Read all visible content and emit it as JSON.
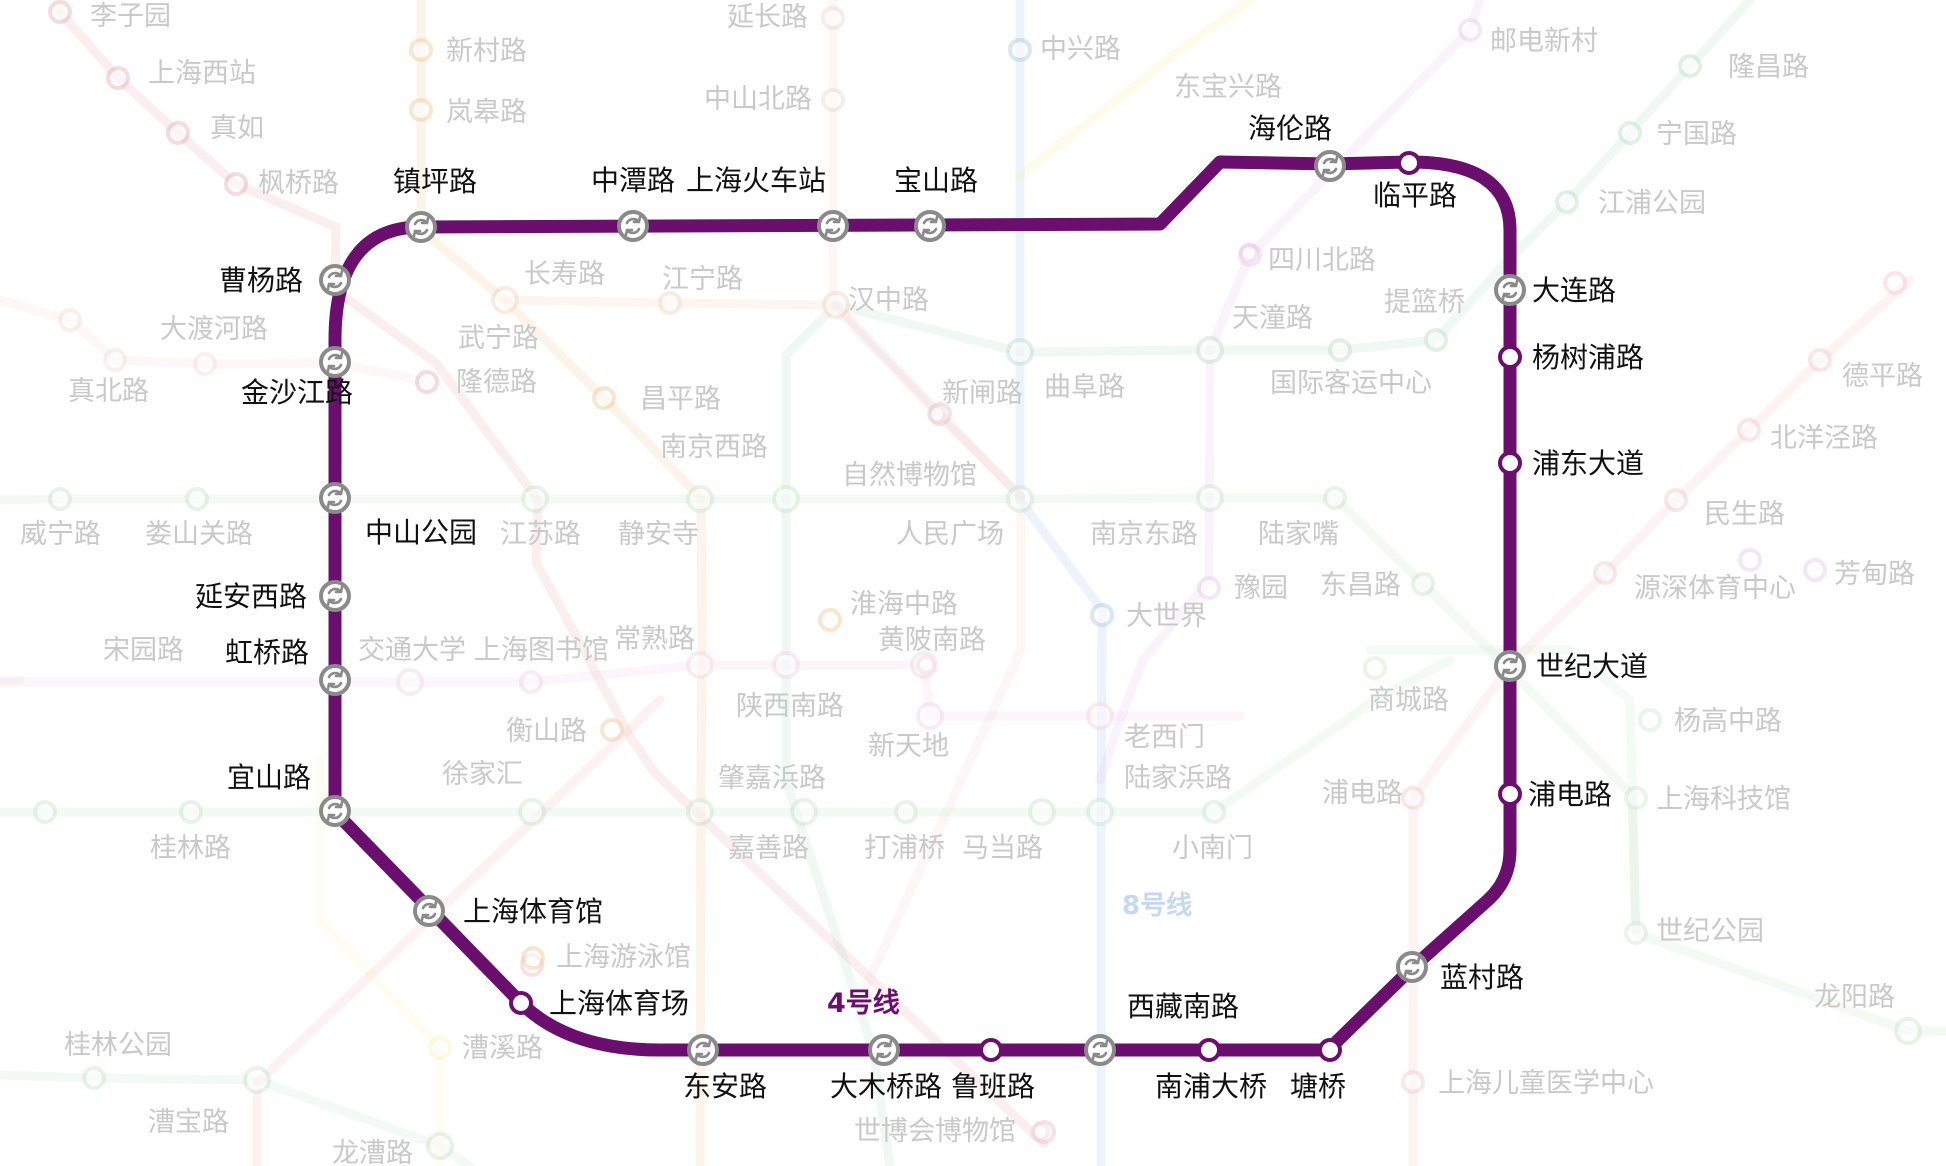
{
  "main_line": {
    "name": "4号线",
    "color": "#6b0f6e",
    "stations": {
      "zhenpinglu": {
        "label": "镇坪路",
        "transfer": true
      },
      "zhongtanlu": {
        "label": "中潭路",
        "transfer": true
      },
      "shanghaihuochezhan": {
        "label": "上海火车站",
        "transfer": true
      },
      "baoshanlu": {
        "label": "宝山路",
        "transfer": true
      },
      "hailunlu": {
        "label": "海伦路",
        "transfer": true
      },
      "linpinglu": {
        "label": "临平路",
        "transfer": false
      },
      "dalianlu": {
        "label": "大连路",
        "transfer": true
      },
      "yangshupulu": {
        "label": "杨树浦路",
        "transfer": false
      },
      "pudongdadao": {
        "label": "浦东大道",
        "transfer": false
      },
      "shijidadao": {
        "label": "世纪大道",
        "transfer": true
      },
      "pudianlu": {
        "label": "浦电路",
        "transfer": false
      },
      "lancunlu": {
        "label": "蓝村路",
        "transfer": true
      },
      "tangqiao": {
        "label": "塘桥",
        "transfer": false
      },
      "nanpudaqiao": {
        "label": "南浦大桥",
        "transfer": false
      },
      "xizangnanlu": {
        "label": "西藏南路",
        "transfer": true
      },
      "lubanlu": {
        "label": "鲁班路",
        "transfer": false
      },
      "damuqiaolu": {
        "label": "大木桥路",
        "transfer": true
      },
      "dongan": {
        "label": "东安路",
        "transfer": true
      },
      "shanghaitiyuchang": {
        "label": "上海体育场",
        "transfer": false
      },
      "shanghaitiyuguan": {
        "label": "上海体育馆",
        "transfer": true
      },
      "yishanlu": {
        "label": "宜山路",
        "transfer": true
      },
      "hongqiaolu": {
        "label": "虹桥路",
        "transfer": true
      },
      "yananxilu": {
        "label": "延安西路",
        "transfer": true
      },
      "zhongshangongyuan": {
        "label": "中山公园",
        "transfer": true
      },
      "jinshajianglu": {
        "label": "金沙江路",
        "transfer": true
      },
      "caoyanglu": {
        "label": "曹杨路",
        "transfer": true
      }
    }
  },
  "ghost_line_name": "8号线",
  "background_labels": [
    "李子园",
    "上海西站",
    "真如",
    "枫桥路",
    "新村路",
    "岚皋路",
    "延长路",
    "中山北路",
    "中兴路",
    "东宝兴路",
    "邮电新村",
    "隆昌路",
    "宁国路",
    "江浦公园",
    "长寿路",
    "江宁路",
    "汉中路",
    "四川北路",
    "天潼路",
    "提篮桥",
    "国际客运中心",
    "武宁路",
    "隆德路",
    "大渡河路",
    "真北路",
    "昌平路",
    "新闸路",
    "曲阜路",
    "南京西路",
    "自然博物馆",
    "德平路",
    "北洋泾路",
    "民生路",
    "威宁路",
    "娄山关路",
    "江苏路",
    "静安寺",
    "人民广场",
    "南京东路",
    "陆家嘴",
    "淮海中路",
    "黄陂南路",
    "大世界",
    "豫园",
    "东昌路",
    "源深体育中心",
    "芳甸路",
    "宋园路",
    "交通大学",
    "上海图书馆",
    "常熟路",
    "商城路",
    "杨高中路",
    "衡山路",
    "陕西南路",
    "新天地",
    "老西门",
    "徐家汇",
    "肇嘉浜路",
    "陆家浜路",
    "浦电路",
    "上海科技馆",
    "桂林路",
    "嘉善路",
    "打浦桥",
    "马当路",
    "小南门",
    "世纪公园",
    "上海游泳馆",
    "桂林公园",
    "漕溪路",
    "龙阳路",
    "漕宝路",
    "龙漕路",
    "世博会博物馆",
    "上海儿童医学中心"
  ]
}
